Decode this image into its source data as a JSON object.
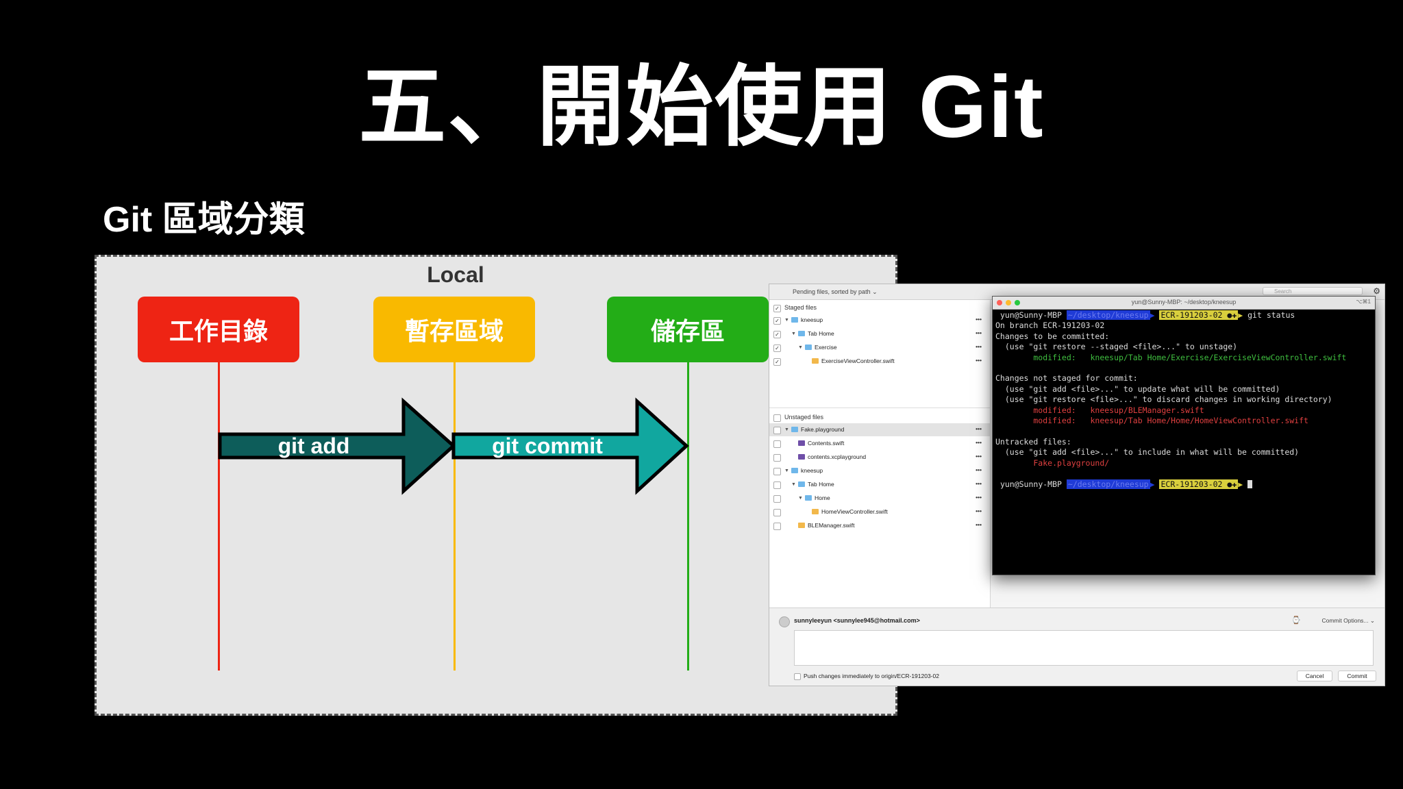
{
  "slide": {
    "title": "五、開始使用 Git",
    "subtitle": "Git 區域分類"
  },
  "diagram": {
    "local_label": "Local",
    "stages": [
      {
        "label": "工作目錄",
        "color": "#ee2414"
      },
      {
        "label": "暫存區域",
        "color": "#f9b900"
      },
      {
        "label": "儲存區",
        "color": "#23ad17"
      }
    ],
    "arrows": [
      {
        "label": "git add",
        "color": "#0d5d5a"
      },
      {
        "label": "git commit",
        "color": "#11a79f"
      }
    ]
  },
  "git_client": {
    "sort_label": "Pending files, sorted by path ⌄",
    "search_placeholder": "Search",
    "staged_header": "Staged files",
    "staged_items": [
      {
        "name": "kneesup",
        "icon": "folder-icon",
        "checked": "✓",
        "tri": "▼"
      },
      {
        "name": "Tab Home",
        "icon": "folder-icon",
        "checked": "✓",
        "tri": "▼"
      },
      {
        "name": "Exercise",
        "icon": "folder-icon",
        "checked": "✓",
        "tri": "▼"
      },
      {
        "name": "ExerciseViewController.swift",
        "icon": "swift-file-icon",
        "checked": "✓",
        "tri": ""
      }
    ],
    "unstaged_header": "Unstaged files",
    "unstaged_items": [
      {
        "name": "Fake.playground",
        "icon": "playground-icon",
        "checked": "",
        "tri": "▼"
      },
      {
        "name": "Contents.swift",
        "icon": "playground-file-icon",
        "checked": "",
        "tri": ""
      },
      {
        "name": "contents.xcplayground",
        "icon": "playground-file-icon",
        "checked": "",
        "tri": ""
      },
      {
        "name": "kneesup",
        "icon": "folder-icon",
        "checked": "",
        "tri": "▼"
      },
      {
        "name": "Tab Home",
        "icon": "folder-icon",
        "checked": "",
        "tri": "▼"
      },
      {
        "name": "Home",
        "icon": "folder-icon",
        "checked": "",
        "tri": "▼"
      },
      {
        "name": "HomeViewController.swift",
        "icon": "swift-file-icon",
        "checked": "",
        "tri": ""
      },
      {
        "name": "BLEManager.swift",
        "icon": "swift-file-icon",
        "checked": "",
        "tri": ""
      }
    ],
    "more_label": "•••",
    "author": "sunnyleeyun <sunnylee945@hotmail.com>",
    "commit_options": "Commit Options... ⌄",
    "push_label": "Push changes immediately to origin/ECR-191203-02",
    "cancel_label": "Cancel",
    "commit_label": "Commit"
  },
  "terminal": {
    "title": "yun@Sunny-MBP: ~/desktop/kneesup",
    "shortcut": "⌥⌘1",
    "prompt_user": "yun@Sunny-MBP",
    "prompt_path": "~/desktop/kneesup",
    "prompt_branch": "ECR-191203-02 ●✚",
    "command": "git status",
    "lines": {
      "on_branch": "On branch ECR-191203-02",
      "to_be_committed": "Changes to be committed:",
      "unstage_hint": "  (use \"git restore --staged <file>...\" to unstage)",
      "staged_mod_label": "        modified:   ",
      "staged_mod_file": "kneesup/Tab Home/Exercise/ExerciseViewController.swift",
      "not_staged": "Changes not staged for commit:",
      "add_hint": "  (use \"git add <file>...\" to update what will be committed)",
      "restore_hint": "  (use \"git restore <file>...\" to discard changes in working directory)",
      "mod1": "        modified:   kneesup/BLEManager.swift",
      "mod2": "        modified:   kneesup/Tab Home/Home/HomeViewController.swift",
      "untracked": "Untracked files:",
      "include_hint": "  (use \"git add <file>...\" to include in what will be committed)",
      "untracked_file": "        Fake.playground/"
    }
  }
}
